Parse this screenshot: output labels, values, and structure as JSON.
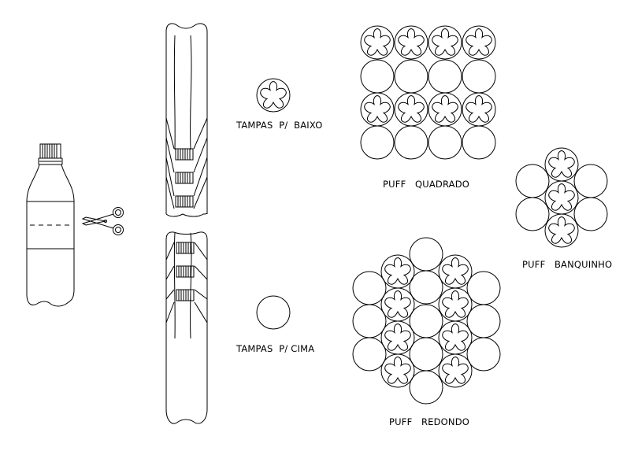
{
  "labels": {
    "caps_down": "TAMPAS  P/  BAIXO",
    "caps_up": "TAMPAS  P/ CIMA",
    "puff_square": "PUFF   QUADRADO",
    "puff_stool": "PUFF   BANQUINHO",
    "puff_round": "PUFF   REDONDO"
  },
  "icons": {
    "scissors": "scissors-icon",
    "bottle": "bottle-icon"
  },
  "colors": {
    "ink": "#000000",
    "paper": "#ffffff"
  }
}
